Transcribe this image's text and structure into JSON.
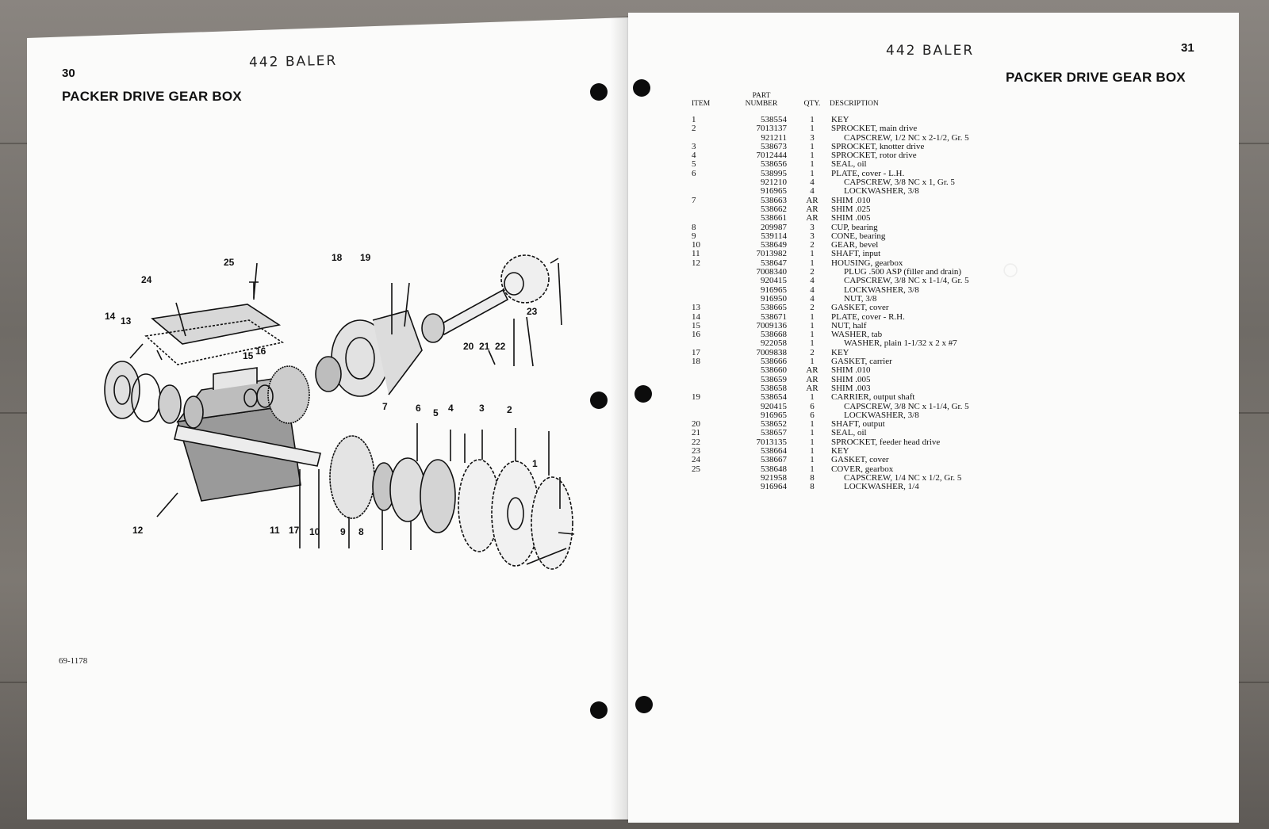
{
  "left_page": {
    "page_number": "30",
    "running_head": "442 BALER",
    "section_title": "PACKER DRIVE GEAR BOX",
    "footer_code": "69-1178",
    "callouts": [
      "1",
      "2",
      "3",
      "4",
      "5",
      "6",
      "7",
      "8",
      "9",
      "10",
      "11",
      "12",
      "13",
      "14",
      "15",
      "16",
      "17",
      "18",
      "19",
      "20",
      "21",
      "22",
      "23",
      "24",
      "25"
    ]
  },
  "right_page": {
    "page_number": "31",
    "running_head": "442 BALER",
    "section_title": "PACKER DRIVE GEAR BOX",
    "table": {
      "headers": {
        "item": "ITEM",
        "part_number": "PART NUMBER",
        "qty": "QTY.",
        "description": "DESCRIPTION"
      },
      "rows": [
        {
          "item": "1",
          "part": "538554",
          "qty": "1",
          "desc": "KEY",
          "indent": 0
        },
        {
          "item": "2",
          "part": "7013137",
          "qty": "1",
          "desc": "SPROCKET, main drive",
          "indent": 0
        },
        {
          "item": "",
          "part": "921211",
          "qty": "3",
          "desc": "CAPSCREW, 1/2 NC x 2-1/2, Gr. 5",
          "indent": 1
        },
        {
          "item": "3",
          "part": "538673",
          "qty": "1",
          "desc": "SPROCKET, knotter drive",
          "indent": 0
        },
        {
          "item": "4",
          "part": "7012444",
          "qty": "1",
          "desc": "SPROCKET, rotor drive",
          "indent": 0
        },
        {
          "item": "5",
          "part": "538656",
          "qty": "1",
          "desc": "SEAL, oil",
          "indent": 0
        },
        {
          "item": "6",
          "part": "538995",
          "qty": "1",
          "desc": "PLATE, cover - L.H.",
          "indent": 0
        },
        {
          "item": "",
          "part": "921210",
          "qty": "4",
          "desc": "CAPSCREW, 3/8 NC x 1, Gr. 5",
          "indent": 1
        },
        {
          "item": "",
          "part": "916965",
          "qty": "4",
          "desc": "LOCKWASHER, 3/8",
          "indent": 1
        },
        {
          "item": "7",
          "part": "538663",
          "qty": "AR",
          "desc": "SHIM .010",
          "indent": 0
        },
        {
          "item": "",
          "part": "538662",
          "qty": "AR",
          "desc": "SHIM .025",
          "indent": 0
        },
        {
          "item": "",
          "part": "538661",
          "qty": "AR",
          "desc": "SHIM .005",
          "indent": 0
        },
        {
          "item": "8",
          "part": "209987",
          "qty": "3",
          "desc": "CUP, bearing",
          "indent": 0
        },
        {
          "item": "9",
          "part": "539114",
          "qty": "3",
          "desc": "CONE, bearing",
          "indent": 0
        },
        {
          "item": "10",
          "part": "538649",
          "qty": "2",
          "desc": "GEAR, bevel",
          "indent": 0
        },
        {
          "item": "11",
          "part": "7013982",
          "qty": "1",
          "desc": "SHAFT, input",
          "indent": 0
        },
        {
          "item": "12",
          "part": "538647",
          "qty": "1",
          "desc": "HOUSING, gearbox",
          "indent": 0
        },
        {
          "item": "",
          "part": "7008340",
          "qty": "2",
          "desc": "PLUG .500 ASP (filler and drain)",
          "indent": 1
        },
        {
          "item": "",
          "part": "920415",
          "qty": "4",
          "desc": "CAPSCREW, 3/8 NC x 1-1/4, Gr. 5",
          "indent": 1
        },
        {
          "item": "",
          "part": "916965",
          "qty": "4",
          "desc": "LOCKWASHER, 3/8",
          "indent": 1
        },
        {
          "item": "",
          "part": "916950",
          "qty": "4",
          "desc": "NUT, 3/8",
          "indent": 1
        },
        {
          "item": "13",
          "part": "538665",
          "qty": "2",
          "desc": "GASKET, cover",
          "indent": 0
        },
        {
          "item": "14",
          "part": "538671",
          "qty": "1",
          "desc": "PLATE, cover - R.H.",
          "indent": 0
        },
        {
          "item": "15",
          "part": "7009136",
          "qty": "1",
          "desc": "NUT, half",
          "indent": 0
        },
        {
          "item": "16",
          "part": "538668",
          "qty": "1",
          "desc": "WASHER, tab",
          "indent": 0
        },
        {
          "item": "",
          "part": "922058",
          "qty": "1",
          "desc": "WASHER, plain 1-1/32 x 2 x #7",
          "indent": 1
        },
        {
          "item": "17",
          "part": "7009838",
          "qty": "2",
          "desc": "KEY",
          "indent": 0
        },
        {
          "item": "18",
          "part": "538666",
          "qty": "1",
          "desc": "GASKET, carrier",
          "indent": 0
        },
        {
          "item": "",
          "part": "538660",
          "qty": "AR",
          "desc": "SHIM .010",
          "indent": 0
        },
        {
          "item": "",
          "part": "538659",
          "qty": "AR",
          "desc": "SHIM .005",
          "indent": 0
        },
        {
          "item": "",
          "part": "538658",
          "qty": "AR",
          "desc": "SHIM .003",
          "indent": 0
        },
        {
          "item": "19",
          "part": "538654",
          "qty": "1",
          "desc": "CARRIER, output shaft",
          "indent": 0
        },
        {
          "item": "",
          "part": "920415",
          "qty": "6",
          "desc": "CAPSCREW, 3/8 NC x 1-1/4, Gr. 5",
          "indent": 1
        },
        {
          "item": "",
          "part": "916965",
          "qty": "6",
          "desc": "LOCKWASHER, 3/8",
          "indent": 1
        },
        {
          "item": "20",
          "part": "538652",
          "qty": "1",
          "desc": "SHAFT, output",
          "indent": 0
        },
        {
          "item": "21",
          "part": "538657",
          "qty": "1",
          "desc": "SEAL, oil",
          "indent": 0
        },
        {
          "item": "22",
          "part": "7013135",
          "qty": "1",
          "desc": "SPROCKET, feeder head drive",
          "indent": 0
        },
        {
          "item": "23",
          "part": "538664",
          "qty": "1",
          "desc": "KEY",
          "indent": 0
        },
        {
          "item": "24",
          "part": "538667",
          "qty": "1",
          "desc": "GASKET, cover",
          "indent": 0
        },
        {
          "item": "25",
          "part": "538648",
          "qty": "1",
          "desc": "COVER, gearbox",
          "indent": 0
        },
        {
          "item": "",
          "part": "921958",
          "qty": "8",
          "desc": "CAPSCREW, 1/4 NC x 1/2, Gr. 5",
          "indent": 1
        },
        {
          "item": "",
          "part": "916964",
          "qty": "8",
          "desc": "LOCKWASHER, 1/4",
          "indent": 1
        }
      ]
    }
  },
  "colors": {
    "paper": "#fbfbfa",
    "ink": "#111111",
    "punch_hole": "#0c0c0c",
    "wood": "#7d7872"
  }
}
